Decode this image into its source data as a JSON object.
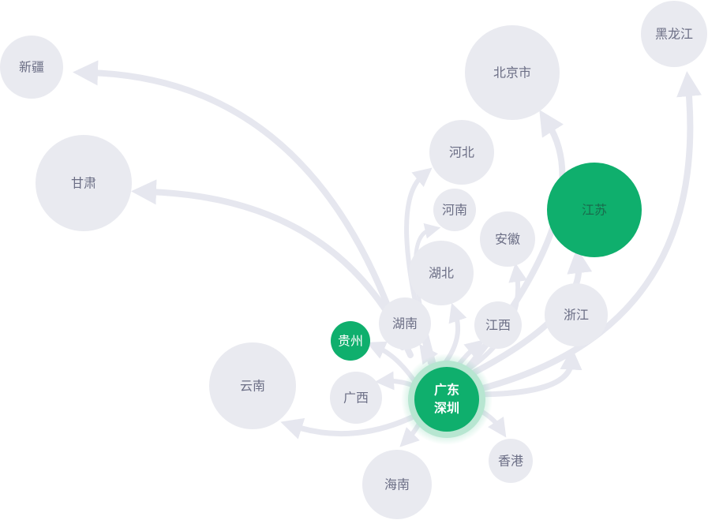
{
  "origin": {
    "line1": "广东",
    "line2": "深圳"
  },
  "colors": {
    "node": "#e9eaf0",
    "highlight": "#0faf6d",
    "flow": "#e6e7ef",
    "text": "#6b6e85"
  },
  "nodes": {
    "xinjiang": "新疆",
    "gansu": "甘肃",
    "beijing": "北京市",
    "heilongjiang": "黑龙江",
    "hebei": "河北",
    "henan": "河南",
    "anhui": "安徽",
    "hubei": "湖北",
    "jiangsu": "江苏",
    "hunan": "湖南",
    "jiangxi": "江西",
    "zhejiang": "浙江",
    "guizhou": "贵州",
    "yunnan": "云南",
    "guangxi": "广西",
    "hainan": "海南",
    "xianggang": "香港"
  }
}
